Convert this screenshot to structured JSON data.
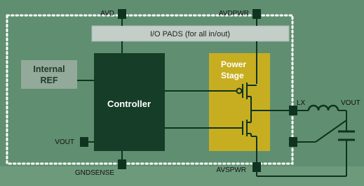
{
  "pins": {
    "avd": "AVD",
    "avdpwr": "AVDPWR",
    "gndsense": "GNDSENSE",
    "avspwr": "AVSPWR",
    "vout_left": "VOUT",
    "lx": "LX",
    "vout_right": "VOUT"
  },
  "blocks": {
    "io_pads": "I/O PADS (for all in/out)",
    "internal_ref_line1": "Internal",
    "internal_ref_line2": "REF",
    "controller": "Controller",
    "power_stage_line1": "Power",
    "power_stage_line2": "Stage"
  },
  "colors": {
    "background": "#5f8f70",
    "chip_boundary": "#ffffff",
    "io_pads": "#c4cec8",
    "internal_ref": "#93a99a",
    "controller": "#153d27",
    "power_stage": "#c7ae21",
    "pad": "#0f3320",
    "wire": "#0f3320"
  }
}
